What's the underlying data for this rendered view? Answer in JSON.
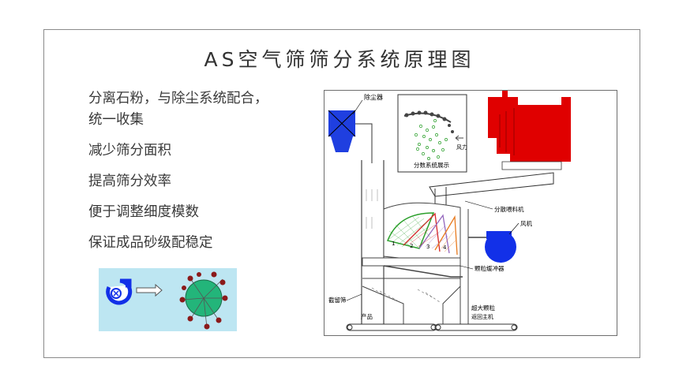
{
  "title": "AS空气筛筛分系统原理图",
  "bullets": [
    "分离石粉，与除尘系统配合，统一收集",
    "减少筛分面积",
    "提高筛分效率",
    "便于调整细度模数",
    "保证成品砂级配稳定"
  ],
  "diagram": {
    "labels": {
      "dust_collector": "除尘器",
      "classification_display": "分数系统展示",
      "wind_force": "风力",
      "distributor": "分散喂料机",
      "fan": "风机",
      "particle_buffer": "颗粒缓冲器",
      "screen": "截留筛",
      "product": "产品",
      "oversize": "超大颗粒",
      "return": "返回主机"
    },
    "zone_numbers": [
      "1",
      "2",
      "3",
      "4"
    ]
  },
  "colors": {
    "dust_collector": "#1f3fe0",
    "crusher": "#e00000",
    "fan": "#1230e8",
    "zone_1": "#2ca02c",
    "zone_2": "#d62728",
    "zone_3": "#9467bd",
    "zone_4": "#e87a1e",
    "mini_background": "#bde6f2",
    "mini_wheel": "#23b57a",
    "mini_particles": "#8b1a1a"
  }
}
